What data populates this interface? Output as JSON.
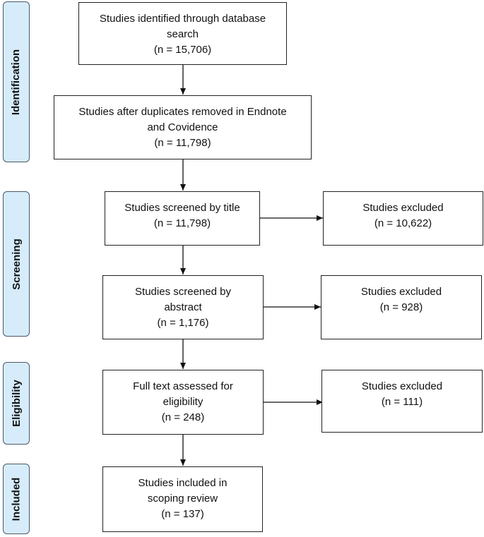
{
  "phases": {
    "identification": "Identification",
    "screening": "Screening",
    "eligibility": "Eligibility",
    "included": "Included"
  },
  "boxes": {
    "database_search": {
      "line1": "Studies identified through database",
      "line2": "search",
      "line3": "(n = 15,706)"
    },
    "duplicates_removed": {
      "line1": "Studies after duplicates removed in Endnote",
      "line2": "and Covidence",
      "line3": "(n = 11,798)"
    },
    "screened_title": {
      "line1": "Studies screened by title",
      "line2": "(n = 11,798)"
    },
    "excluded_title": {
      "line1": "Studies excluded",
      "line2": "(n = 10,622)"
    },
    "screened_abstract": {
      "line1": "Studies screened by",
      "line2": "abstract",
      "line3": "(n = 1,176)"
    },
    "excluded_abstract": {
      "line1": "Studies excluded",
      "line2": "(n = 928)"
    },
    "full_text": {
      "line1": "Full text assessed for",
      "line2": "eligibility",
      "line3": "(n = 248)"
    },
    "excluded_full_text": {
      "line1": "Studies excluded",
      "line2": "(n = 111)"
    },
    "included_review": {
      "line1": "Studies included in",
      "line2": "scoping review",
      "line3": "(n = 137)"
    }
  },
  "colors": {
    "phase_fill": "#d6ecfa",
    "phase_border": "#4a5a6a",
    "box_border": "#222222",
    "arrow": "#111111"
  }
}
